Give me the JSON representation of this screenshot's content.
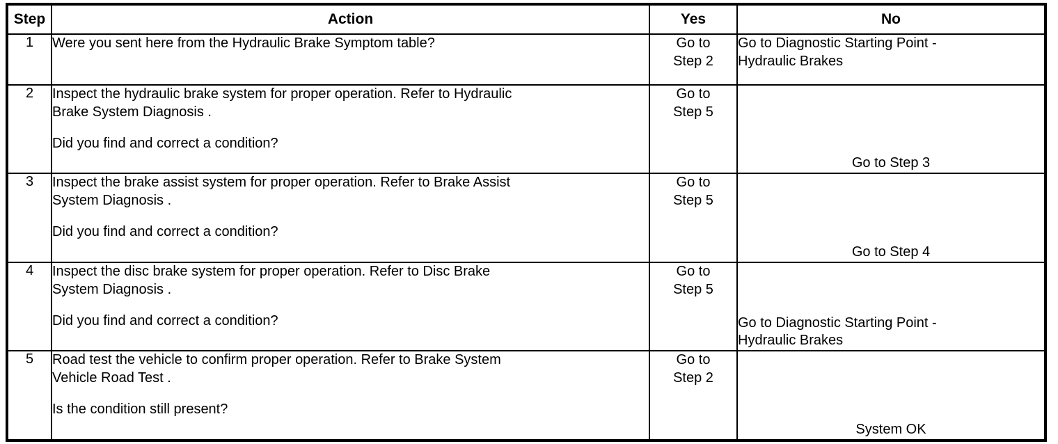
{
  "table": {
    "columns": [
      {
        "key": "step",
        "label": "Step"
      },
      {
        "key": "action",
        "label": "Action"
      },
      {
        "key": "yes",
        "label": "Yes"
      },
      {
        "key": "no",
        "label": "No"
      }
    ],
    "rows": [
      {
        "step": "1",
        "action_lines": [
          "Were you sent here from the Hydraulic Brake Symptom table?"
        ],
        "action_question": "",
        "yes_line1": "Go to",
        "yes_line2": "Step 2",
        "no_line1": "Go to Diagnostic Starting Point -",
        "no_line2": "Hydraulic Brakes"
      },
      {
        "step": "2",
        "action_lines": [
          "Inspect the hydraulic brake system for proper operation. Refer to Hydraulic",
          "Brake System Diagnosis ."
        ],
        "action_question": "Did you find and correct a condition?",
        "yes_line1": "Go to",
        "yes_line2": "Step 5",
        "no_line1": "Go to Step 3",
        "no_line2": ""
      },
      {
        "step": "3",
        "action_lines": [
          "Inspect the brake assist system for proper operation. Refer to Brake Assist",
          "System Diagnosis ."
        ],
        "action_question": "Did you find and correct a condition?",
        "yes_line1": "Go to",
        "yes_line2": "Step 5",
        "no_line1": "Go to Step 4",
        "no_line2": ""
      },
      {
        "step": "4",
        "action_lines": [
          "Inspect the disc brake system for proper operation. Refer to Disc Brake",
          "System Diagnosis ."
        ],
        "action_question": "Did you find and correct a condition?",
        "yes_line1": "Go to",
        "yes_line2": "Step 5",
        "no_line1": "Go to Diagnostic Starting Point -",
        "no_line2": "Hydraulic Brakes"
      },
      {
        "step": "5",
        "action_lines": [
          "Road test the vehicle to confirm proper operation. Refer to Brake System",
          "Vehicle Road Test ."
        ],
        "action_question": "Is the condition still present?",
        "yes_line1": "Go to",
        "yes_line2": "Step 2",
        "no_line1": "System OK",
        "no_line2": ""
      }
    ]
  },
  "colors": {
    "border": "#000000",
    "text": "#000000",
    "background": "#ffffff"
  }
}
